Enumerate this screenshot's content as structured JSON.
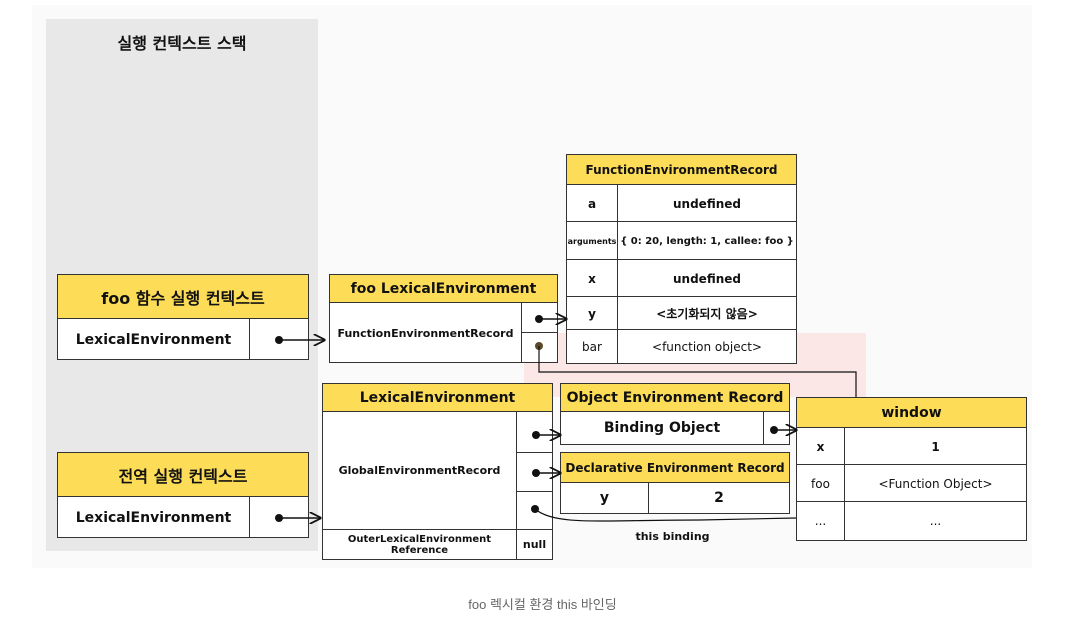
{
  "stack": {
    "title": "실행 컨텍스트 스택"
  },
  "foo_ec": {
    "title": "foo 함수 실행 컨텍스트",
    "field": "LexicalEnvironment"
  },
  "global_ec": {
    "title": "전역 실행 컨텍스트",
    "field": "LexicalEnvironment"
  },
  "foo_le": {
    "title": "foo LexicalEnvironment",
    "record": "FunctionEnvironmentRecord"
  },
  "func_record": {
    "title": "FunctionEnvironmentRecord",
    "rows": [
      {
        "key": "a",
        "value": "undefined"
      },
      {
        "key": "arguments",
        "value": "{ 0: 20, length: 1, callee: foo }"
      },
      {
        "key": "x",
        "value": "undefined"
      },
      {
        "key": "y",
        "value": "<초기화되지 않음>"
      },
      {
        "key": "bar",
        "value": "<function object>"
      }
    ]
  },
  "global_le": {
    "title": "LexicalEnvironment",
    "record": "GlobalEnvironmentRecord",
    "outer": "OuterLexicalEnvironment Reference",
    "outer_value": "null"
  },
  "object_record": {
    "title": "Object Environment Record",
    "binding": "Binding Object"
  },
  "decl_record": {
    "title": "Declarative Environment Record",
    "key": "y",
    "value": "2"
  },
  "window": {
    "title": "window",
    "rows": [
      {
        "key": "x",
        "value": "1"
      },
      {
        "key": "foo",
        "value": "<Function Object>"
      },
      {
        "key": "...",
        "value": "..."
      }
    ]
  },
  "labels": {
    "this_binding": "this binding"
  },
  "caption": "foo 렉시컬 환경 this 바인딩",
  "colors": {
    "header": "#fddc57",
    "stack_bg": "#e8e8e8",
    "highlight": "#fbe3e3"
  }
}
